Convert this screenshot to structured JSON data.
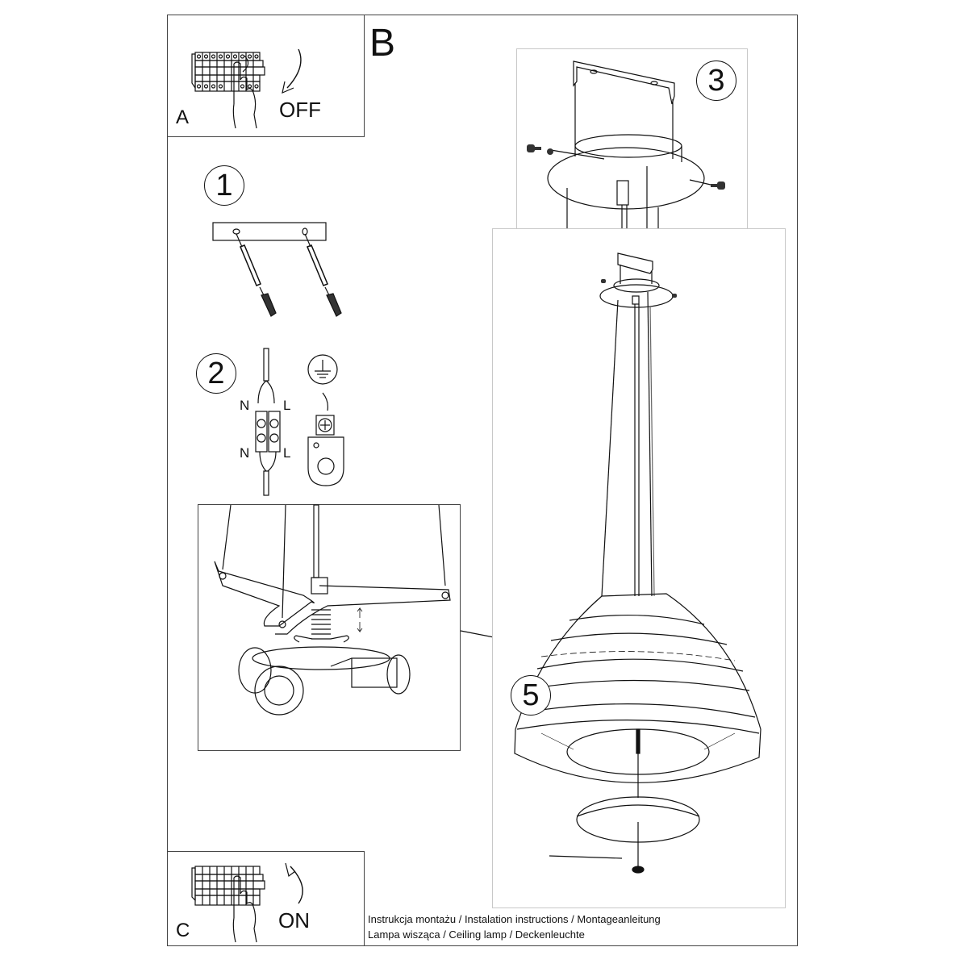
{
  "document": {
    "type": "Ceiling lamp installation instructions",
    "sections": {
      "A": {
        "label": "A",
        "state_text": "OFF",
        "icon": "circuit-breaker-off-icon"
      },
      "B": {
        "label": "B"
      },
      "C": {
        "label": "C",
        "state_text": "ON",
        "icon": "circuit-breaker-on-icon"
      }
    },
    "steps": [
      {
        "number": "1",
        "description": "mounting-bar-with-wall-plugs-and-screws"
      },
      {
        "number": "2",
        "description": "wiring-terminal-block-and-ground"
      },
      {
        "number": "3",
        "description": "canopy-mounting-bracket-screws"
      },
      {
        "number": "5",
        "description": "bottom-diffuser-fixing-knob"
      }
    ],
    "wiring": {
      "top_left": "N",
      "top_right": "L",
      "bottom_left": "N",
      "bottom_right": "L",
      "ground_icon": "earth-ground-icon"
    },
    "footer": {
      "line1": "Instrukcja montażu / Instalation instructions / Montageanleitung",
      "line2": "Lampa wisząca / Ceiling lamp / Deckenleuchte"
    }
  },
  "colors": {
    "line": "#111111",
    "frame": "#444444",
    "subpanel_border": "#c8c8c8",
    "background": "#ffffff"
  }
}
